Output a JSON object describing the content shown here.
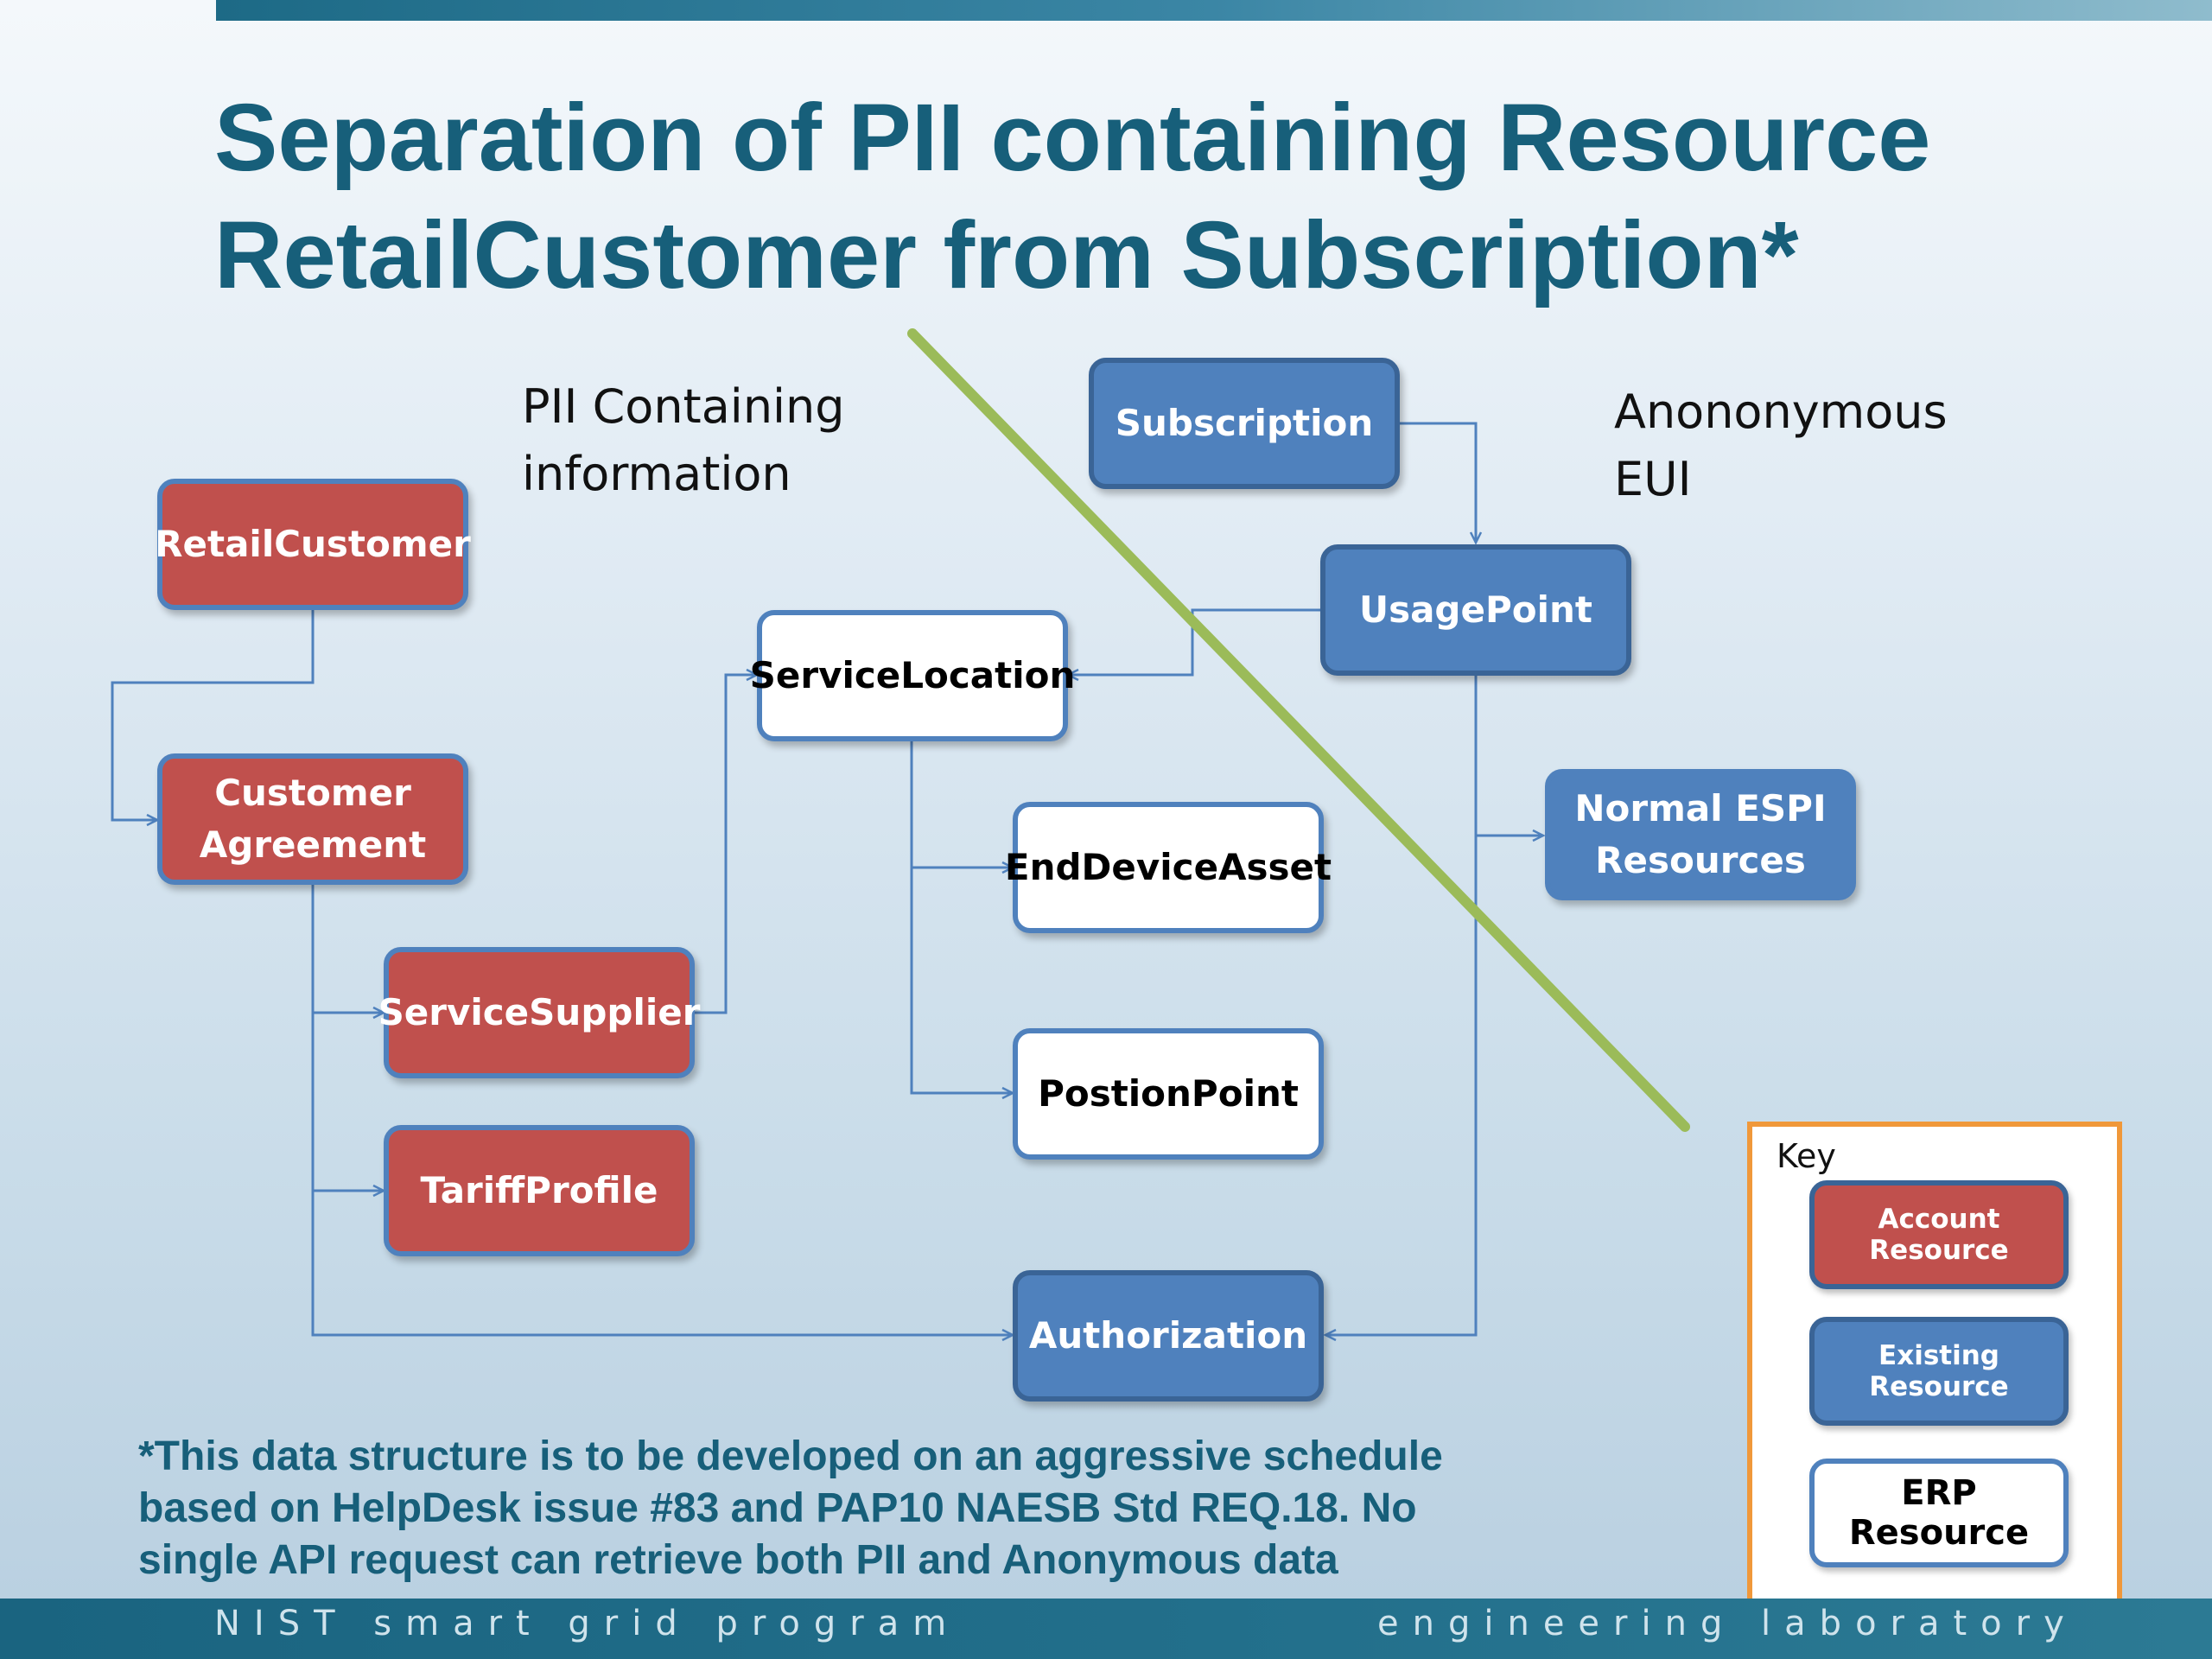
{
  "title": {
    "line1": "Separation of PII containing Resource",
    "line2": "RetailCustomer from Subscription*"
  },
  "labels": {
    "pii": [
      "PII Containing",
      "information"
    ],
    "anonymous": [
      "Anononymous",
      "EUI"
    ]
  },
  "nodes": {
    "retail_customer": [
      "RetailCustomer"
    ],
    "customer_agreement": [
      "Customer",
      "Agreement"
    ],
    "service_supplier": [
      "ServiceSupplier"
    ],
    "tariff_profile": [
      "TariffProfile"
    ],
    "service_location": [
      "ServiceLocation"
    ],
    "end_device_asset": [
      "EndDeviceAsset"
    ],
    "position_point": [
      "PostionPoint"
    ],
    "authorization": [
      "Authorization"
    ],
    "subscription": [
      "Subscription"
    ],
    "usage_point": [
      "UsagePoint"
    ],
    "normal_espi": [
      "Normal ESPI",
      "Resources"
    ]
  },
  "key": {
    "title": "Key",
    "account": "Account Resource",
    "existing": "Existing Resource",
    "erp": "ERP Resource"
  },
  "footnote": [
    "*This data structure is to be developed on an aggressive schedule",
    "based on HelpDesk issue #83 and PAP10 NAESB Std REQ.18. No",
    "single API request can retrieve both PII and Anonymous data"
  ],
  "footer": {
    "left": "NIST smart grid program",
    "right": "engineering laboratory"
  },
  "colors": {
    "title": "#175f7a",
    "account_fill": "#c0504d",
    "existing_fill": "#4f81bd",
    "connector": "#4f81bd",
    "divider": "#9bbb59",
    "key_border": "#f0983a"
  }
}
